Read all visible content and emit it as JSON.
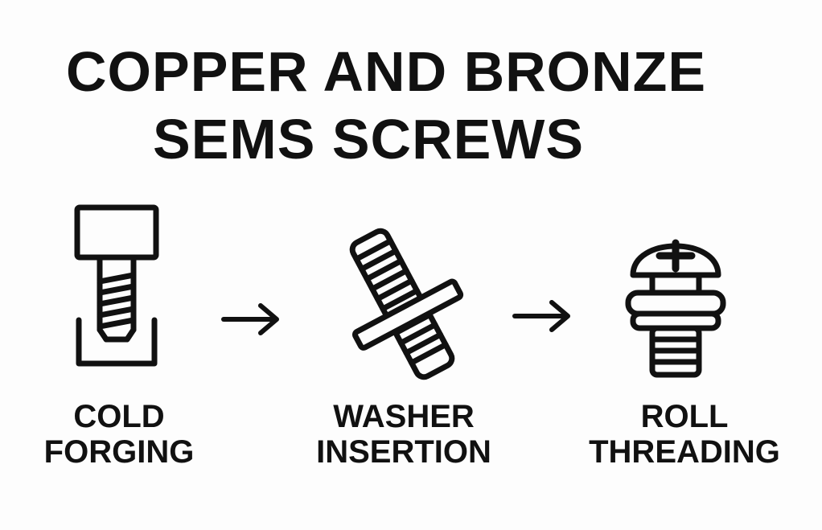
{
  "title": {
    "line1": "COPPER AND BRONZE",
    "line2": "SEMS SCREWS"
  },
  "steps": [
    {
      "icon": "cold-forging-die-icon",
      "line1": "COLD",
      "line2": "FORGING"
    },
    {
      "icon": "washer-screw-icon",
      "line1": "WASHER",
      "line2": "INSERTION"
    },
    {
      "icon": "threaded-sems-screw-icon",
      "line1": "ROLL",
      "line2": "THREADING"
    }
  ],
  "connectors": [
    "right-arrow-icon",
    "right-arrow-icon"
  ],
  "colors": {
    "ink": "#111111",
    "background": "#fdfdfd"
  }
}
